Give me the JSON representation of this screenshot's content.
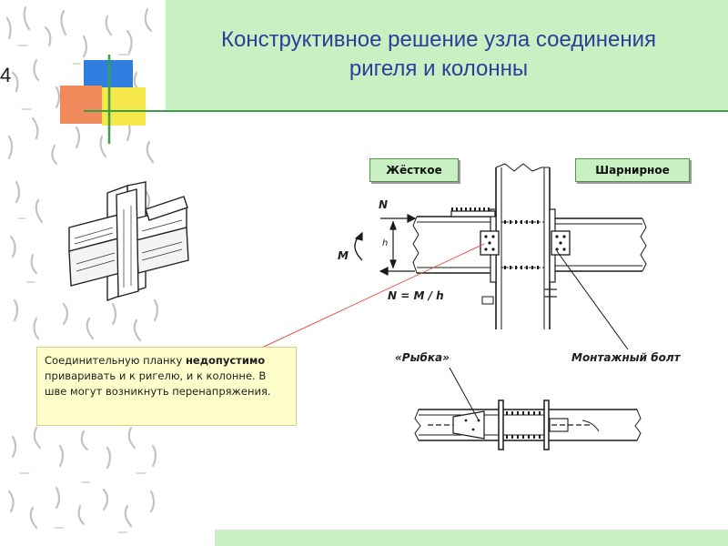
{
  "slide": {
    "number": "4",
    "title_line1": "Конструктивное решение узла соединения",
    "title_line2": "ригеля и колонны"
  },
  "labels": {
    "rigid": "Жёсткое",
    "hinged": "Шарнирное",
    "fish_plate": "«Рыбка»",
    "mounting_bolt": "Монтажный болт",
    "force_n": "N",
    "moment_m": "M",
    "height_h": "h",
    "formula": "N = M / h"
  },
  "note": {
    "part1": "Соединительную планку ",
    "emphasis": "недопустимо",
    "part2": " приваривать и к ригелю, и к колонне. В шве могут возникнуть перенапряжения."
  },
  "colors": {
    "title_band": "#c9f0c2",
    "title_text": "#2a3f9c",
    "note_bg": "#ffffcc",
    "pointer_line": "#e05a4a",
    "logo_blue": "#2f7fe0",
    "logo_orange": "#f08a5a",
    "logo_yellow": "#f5e74a",
    "logo_green": "#3aa04a"
  }
}
